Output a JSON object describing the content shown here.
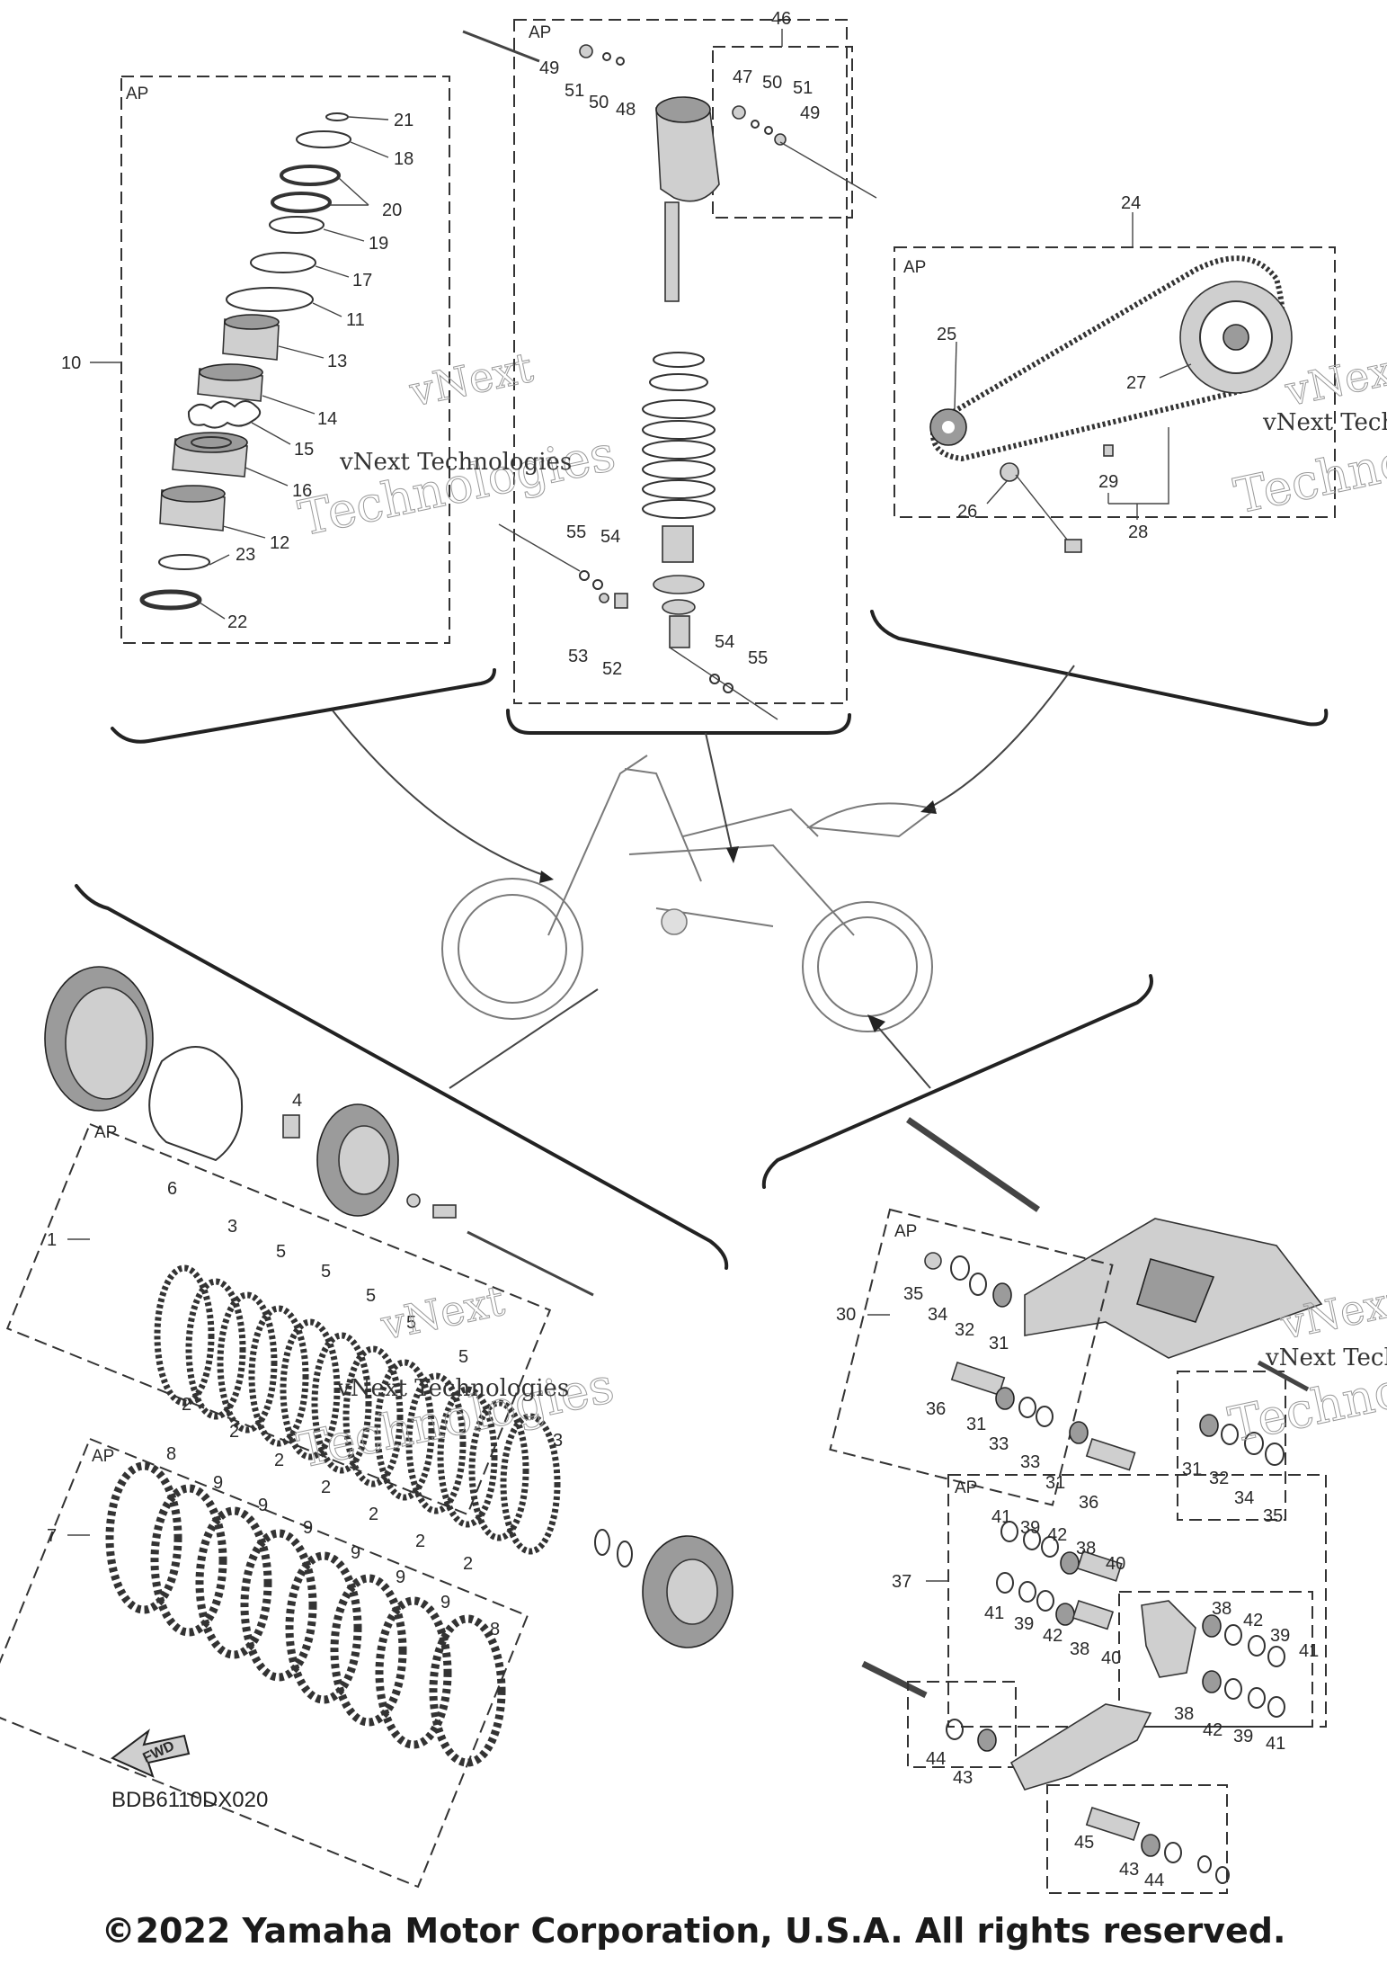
{
  "diagram": {
    "reference_code": "BDB6110DX020",
    "copyright": "©2022 Yamaha Motor Corporation, U.S.A. All rights reserved.",
    "assembly_tag": "AP",
    "direction_arrow": "FWD",
    "watermark": "vNext Technologies",
    "watermark_line1": "vNext",
    "watermark_line2": "Technologies",
    "callouts": {
      "c1": "1",
      "c2": "2",
      "c3": "3",
      "c4": "4",
      "c5": "5",
      "c6": "6",
      "c7": "7",
      "c8": "8",
      "c9": "9",
      "c10": "10",
      "c11": "11",
      "c12": "12",
      "c13": "13",
      "c14": "14",
      "c15": "15",
      "c16": "16",
      "c17": "17",
      "c18": "18",
      "c19": "19",
      "c20": "20",
      "c21": "21",
      "c22": "22",
      "c23": "23",
      "c24": "24",
      "c25": "25",
      "c26": "26",
      "c27": "27",
      "c28": "28",
      "c29": "29",
      "c30": "30",
      "c31": "31",
      "c32": "32",
      "c33": "33",
      "c34": "34",
      "c35": "35",
      "c36": "36",
      "c37": "37",
      "c38": "38",
      "c39": "39",
      "c40": "40",
      "c41": "41",
      "c42": "42",
      "c43": "43",
      "c44": "44",
      "c45": "45",
      "c46": "46",
      "c47": "47",
      "c48": "48",
      "c49": "49",
      "c50": "50",
      "c51": "51",
      "c52": "52",
      "c53": "53",
      "c54": "54",
      "c55": "55"
    }
  }
}
